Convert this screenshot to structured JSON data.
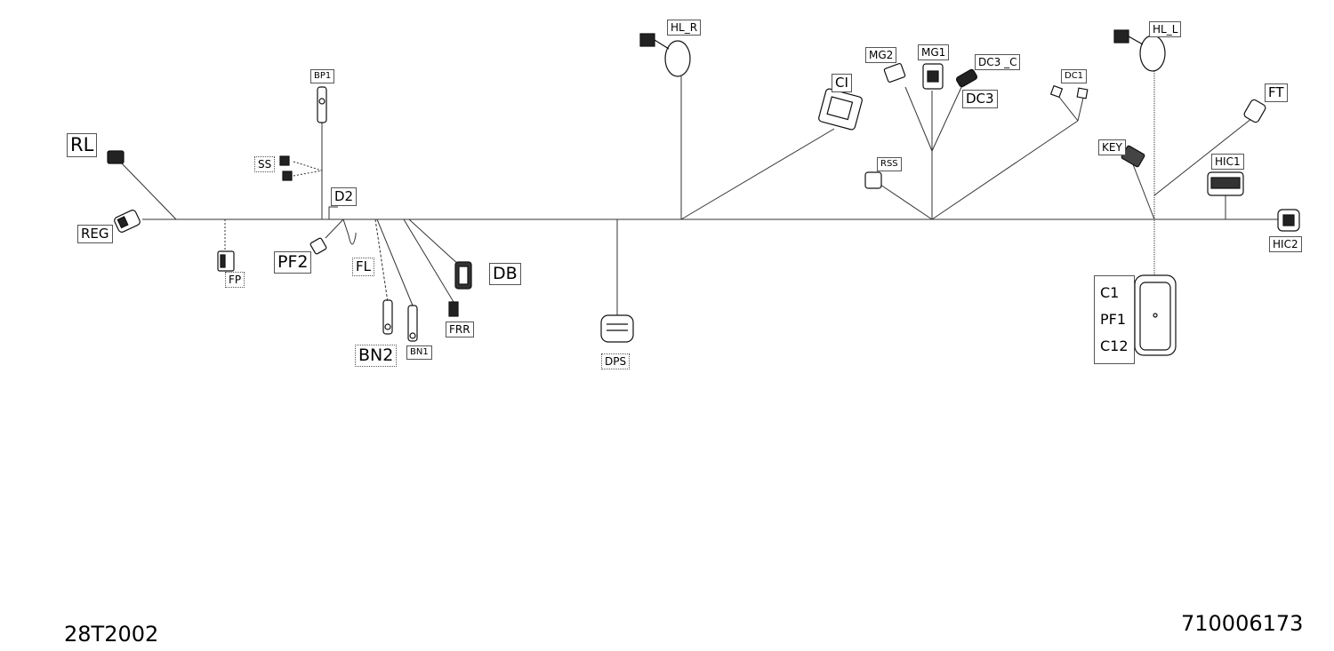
{
  "drawing_codes": {
    "left": "28T2002",
    "right": "710006173"
  },
  "labels": {
    "rl": "RL",
    "reg": "REG",
    "fp": "FP",
    "bp1": "BP1",
    "ss": "SS",
    "d2": "D2",
    "pf2": "PF2",
    "fl": "FL",
    "bn2": "BN2",
    "bn1": "BN1",
    "frr": "FRR",
    "db": "DB",
    "dps": "DPS",
    "hl_r": "HL_R",
    "ci": "CI",
    "mg2": "MG2",
    "mg1": "MG1",
    "dc3_c": "DC3 _C",
    "dc3": "DC3",
    "dc1": "DC1",
    "rss": "RSS",
    "hl_l": "HL_L",
    "key": "KEY",
    "ft": "FT",
    "hic1": "HIC1",
    "hic2": "HIC2",
    "c1": "C1",
    "pf1": "PF1",
    "c12": "C12"
  }
}
